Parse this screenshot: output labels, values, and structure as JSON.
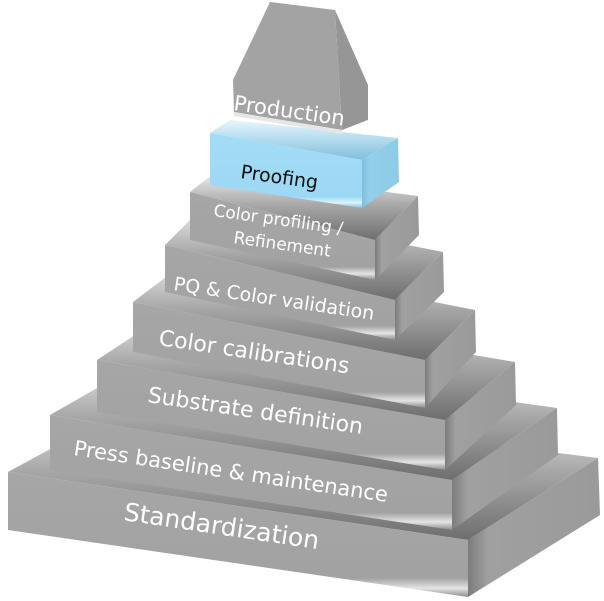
{
  "diagram": {
    "type": "3d-pyramid",
    "tiers_top_to_bottom": [
      {
        "id": "production",
        "label": "Production",
        "color": "#a3a3a3",
        "text_color": "#ffffff"
      },
      {
        "id": "proofing",
        "label": "Proofing",
        "color": "#9fdaf5",
        "text_color": "#111111",
        "highlighted": true
      },
      {
        "id": "color-profiling",
        "label_lines": [
          "Color profiling /",
          "Refinement"
        ],
        "color": "#a3a3a3",
        "text_color": "#ffffff"
      },
      {
        "id": "pq-color-validation",
        "label": "PQ & Color validation",
        "color": "#a3a3a3",
        "text_color": "#ffffff"
      },
      {
        "id": "color-calibrations",
        "label": "Color calibrations",
        "color": "#a3a3a3",
        "text_color": "#ffffff"
      },
      {
        "id": "substrate-definition",
        "label": "Substrate definition",
        "color": "#a3a3a3",
        "text_color": "#ffffff"
      },
      {
        "id": "press-baseline",
        "label": "Press baseline & maintenance",
        "color": "#a3a3a3",
        "text_color": "#ffffff"
      },
      {
        "id": "standardization",
        "label": "Standardization",
        "color": "#a3a3a3",
        "text_color": "#ffffff"
      }
    ]
  },
  "labels": {
    "production": "Production",
    "proofing": "Proofing",
    "color_profiling_line1": "Color profiling /",
    "color_profiling_line2": "Refinement",
    "pq": "PQ & Color validation",
    "calibrations": "Color calibrations",
    "substrate": "Substrate definition",
    "press": "Press baseline & maintenance",
    "standardization": "Standardization"
  }
}
